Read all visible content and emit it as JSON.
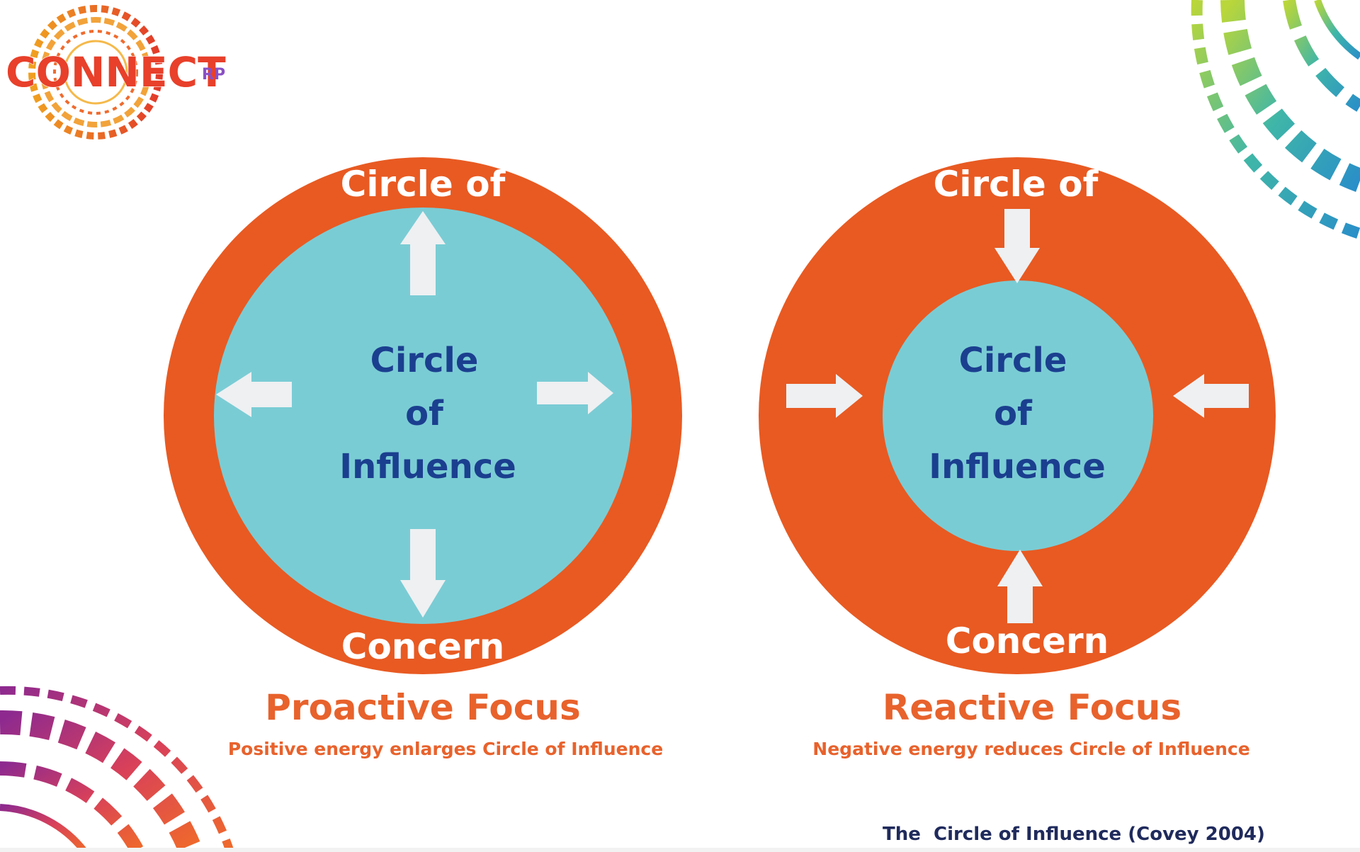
{
  "logo": {
    "wordmark": "CONNECT",
    "suffix": "RP"
  },
  "left_diagram": {
    "outer_label_top": "Circle of",
    "outer_label_bottom": "Concern",
    "inner_label_line1": "Circle",
    "inner_label_line2": "of",
    "inner_label_line3": "Influence",
    "heading": "Proactive Focus",
    "caption": "Positive energy enlarges Circle of Influence"
  },
  "right_diagram": {
    "outer_label_top": "Circle of",
    "outer_label_bottom": "Concern",
    "inner_label_line1": "Circle",
    "inner_label_line2": "of",
    "inner_label_line3": "Influence",
    "heading": "Reactive Focus",
    "caption": "Negative energy reduces Circle of Influence"
  },
  "citation": "The  Circle of Influence (Covey 2004)",
  "colors": {
    "concern_orange": "#E85A22",
    "influence_teal": "#7ACCD4",
    "inner_text_navy": "#1B3F8F",
    "arrow_white": "#EEF0F2",
    "caption_orange": "#E8622C",
    "citation_navy": "#1F2A5C"
  },
  "icons": {
    "logo": "connect-rp-mandala-logo",
    "corner_top_right": "tribal-pattern-decoration",
    "corner_bottom_left": "tribal-pattern-decoration"
  }
}
